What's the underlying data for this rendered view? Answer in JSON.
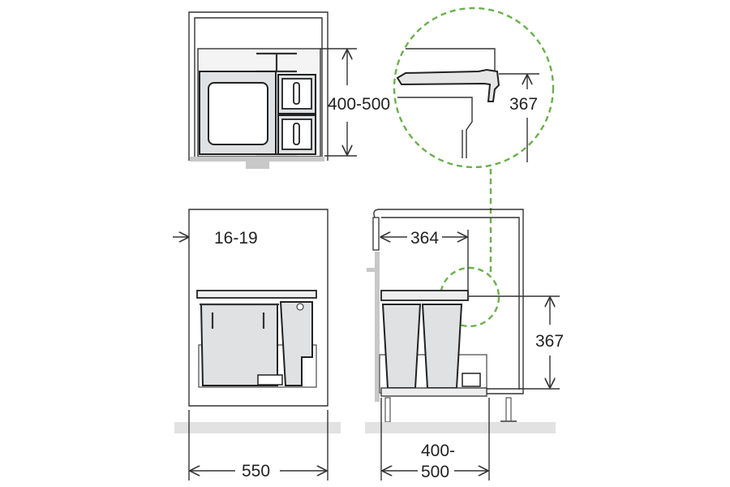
{
  "top_view": {
    "height_label": "400-500"
  },
  "detail_view": {
    "height_label": "367"
  },
  "front_view": {
    "offset_label": "16-19",
    "width_label": "550"
  },
  "side_view": {
    "depth_label": "364",
    "height_label": "367",
    "width_label_line1": "400-",
    "width_label_line2": "500"
  },
  "colors": {
    "detail_highlight": "#6ab04c",
    "bin": "#dfe1e3"
  }
}
